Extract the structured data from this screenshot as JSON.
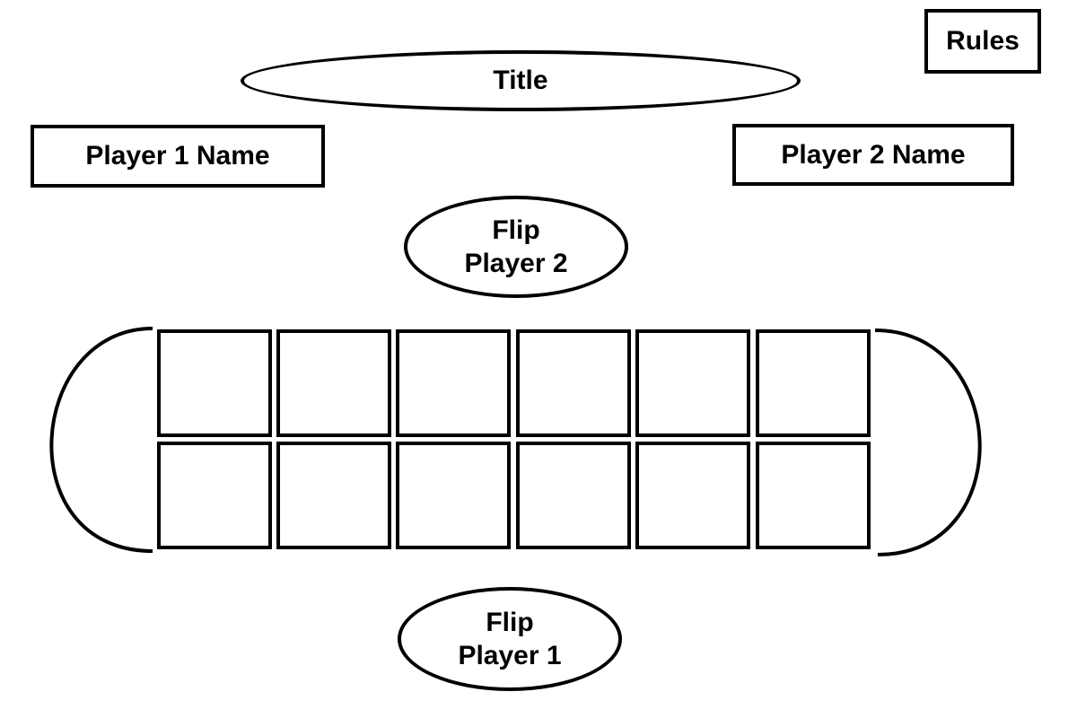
{
  "header": {
    "rules_label": "Rules",
    "title_label": "Title"
  },
  "players": {
    "player1_name_label": "Player 1 Name",
    "player2_name_label": "Player 2 Name"
  },
  "controls": {
    "flip_player2": {
      "line1": "Flip",
      "line2": "Player 2"
    },
    "flip_player1": {
      "line1": "Flip",
      "line2": "Player 1"
    }
  },
  "board": {
    "rows": 2,
    "pits_per_row": 6,
    "stores": [
      "left-store",
      "right-store"
    ]
  },
  "colors": {
    "stroke": "#000000",
    "background": "#ffffff"
  }
}
